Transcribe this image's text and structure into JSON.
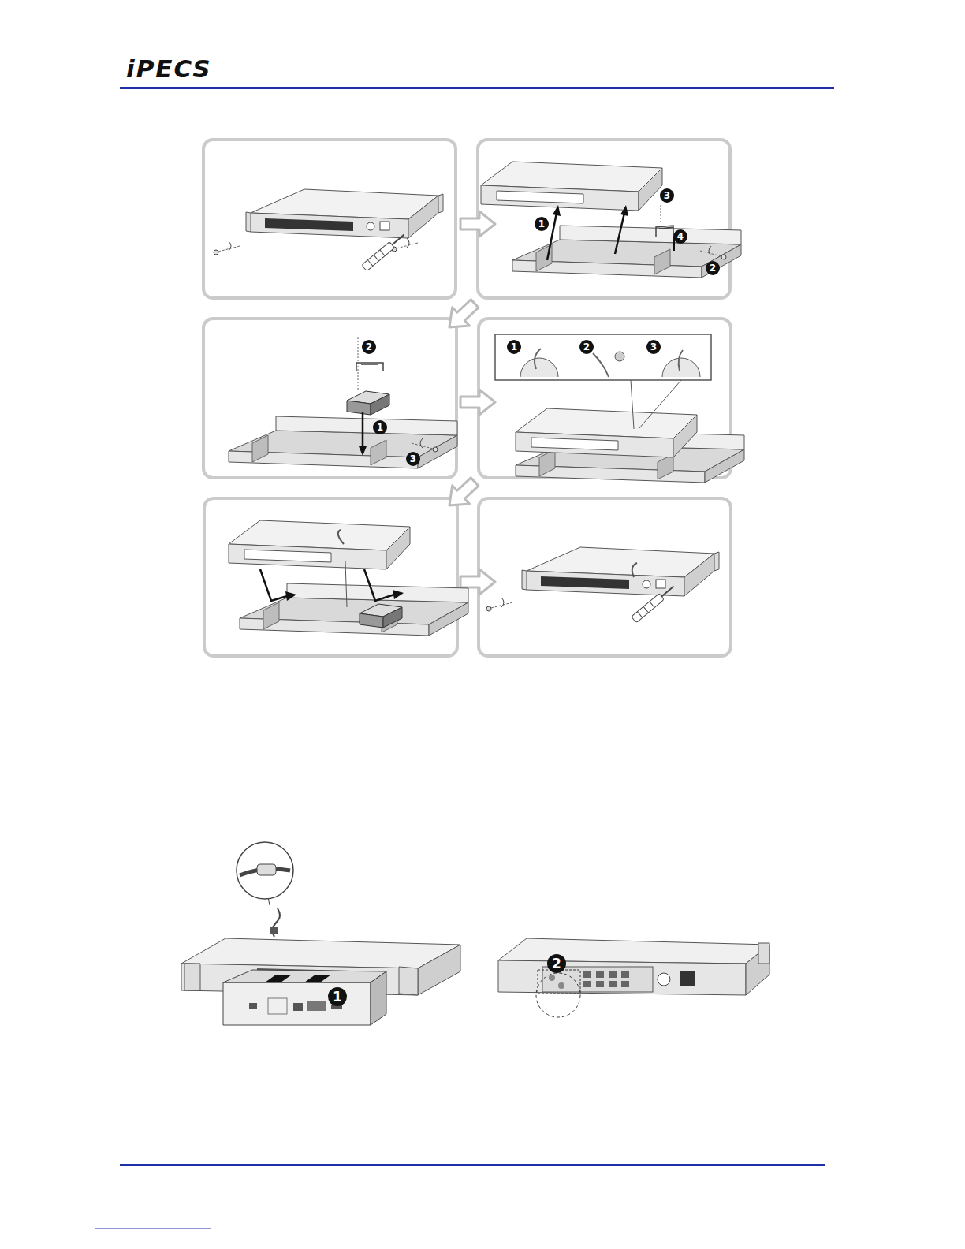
{
  "diagram": {
    "labels": [
      "iPECS",
      "1",
      "3",
      "4",
      "2",
      "2",
      "1",
      "3",
      "1",
      "2",
      "3",
      "1",
      "2"
    ]
  }
}
